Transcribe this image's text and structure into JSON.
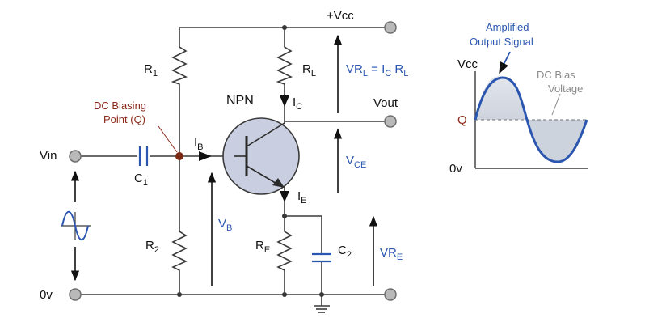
{
  "circuit": {
    "supply": "+Vcc",
    "output": "Vout",
    "input": "Vin",
    "ground": "0v",
    "transistor": "NPN",
    "biasing_point": {
      "line1": "DC Biasing",
      "line2": "Point (Q)"
    },
    "components": {
      "r1": {
        "main": "R",
        "sub": "1"
      },
      "r2": {
        "main": "R",
        "sub": "2"
      },
      "rl": {
        "main": "R",
        "sub": "L"
      },
      "re": {
        "main": "R",
        "sub": "E"
      },
      "c1": {
        "main": "C",
        "sub": "1"
      },
      "c2": {
        "main": "C",
        "sub": "2"
      }
    },
    "currents": {
      "ib": {
        "main": "I",
        "sub": "B"
      },
      "ic": {
        "main": "I",
        "sub": "C"
      },
      "ie": {
        "main": "I",
        "sub": "E"
      }
    },
    "voltages": {
      "vb": {
        "main": "V",
        "sub": "B"
      },
      "vce": {
        "main": "V",
        "sub": "CE"
      },
      "vre": {
        "main": "VR",
        "sub": "E"
      }
    },
    "equation": {
      "lhs_main": "VR",
      "lhs_sub": "L",
      "eq": " = ",
      "i_main": "I",
      "i_sub": "C",
      "r_main": " R",
      "r_sub": "L"
    }
  },
  "waveform": {
    "title_line1": "Amplified",
    "title_line2": "Output Signal",
    "bias_line1": "DC Bias",
    "bias_line2": "Voltage",
    "y_top": "Vcc",
    "y_mid": "Q",
    "y_bottom": "0v"
  },
  "colors": {
    "wire": "#3a3a3a",
    "transistor_body": "#c9cfe0",
    "node_dot": "#7a2a14",
    "signal_blue": "#2a56b0",
    "label_blue": "#2a56b0",
    "q_label": "#8b2a1a",
    "bias_grey": "#8a8a8a",
    "capacitor_blue": "#2a56b0"
  }
}
